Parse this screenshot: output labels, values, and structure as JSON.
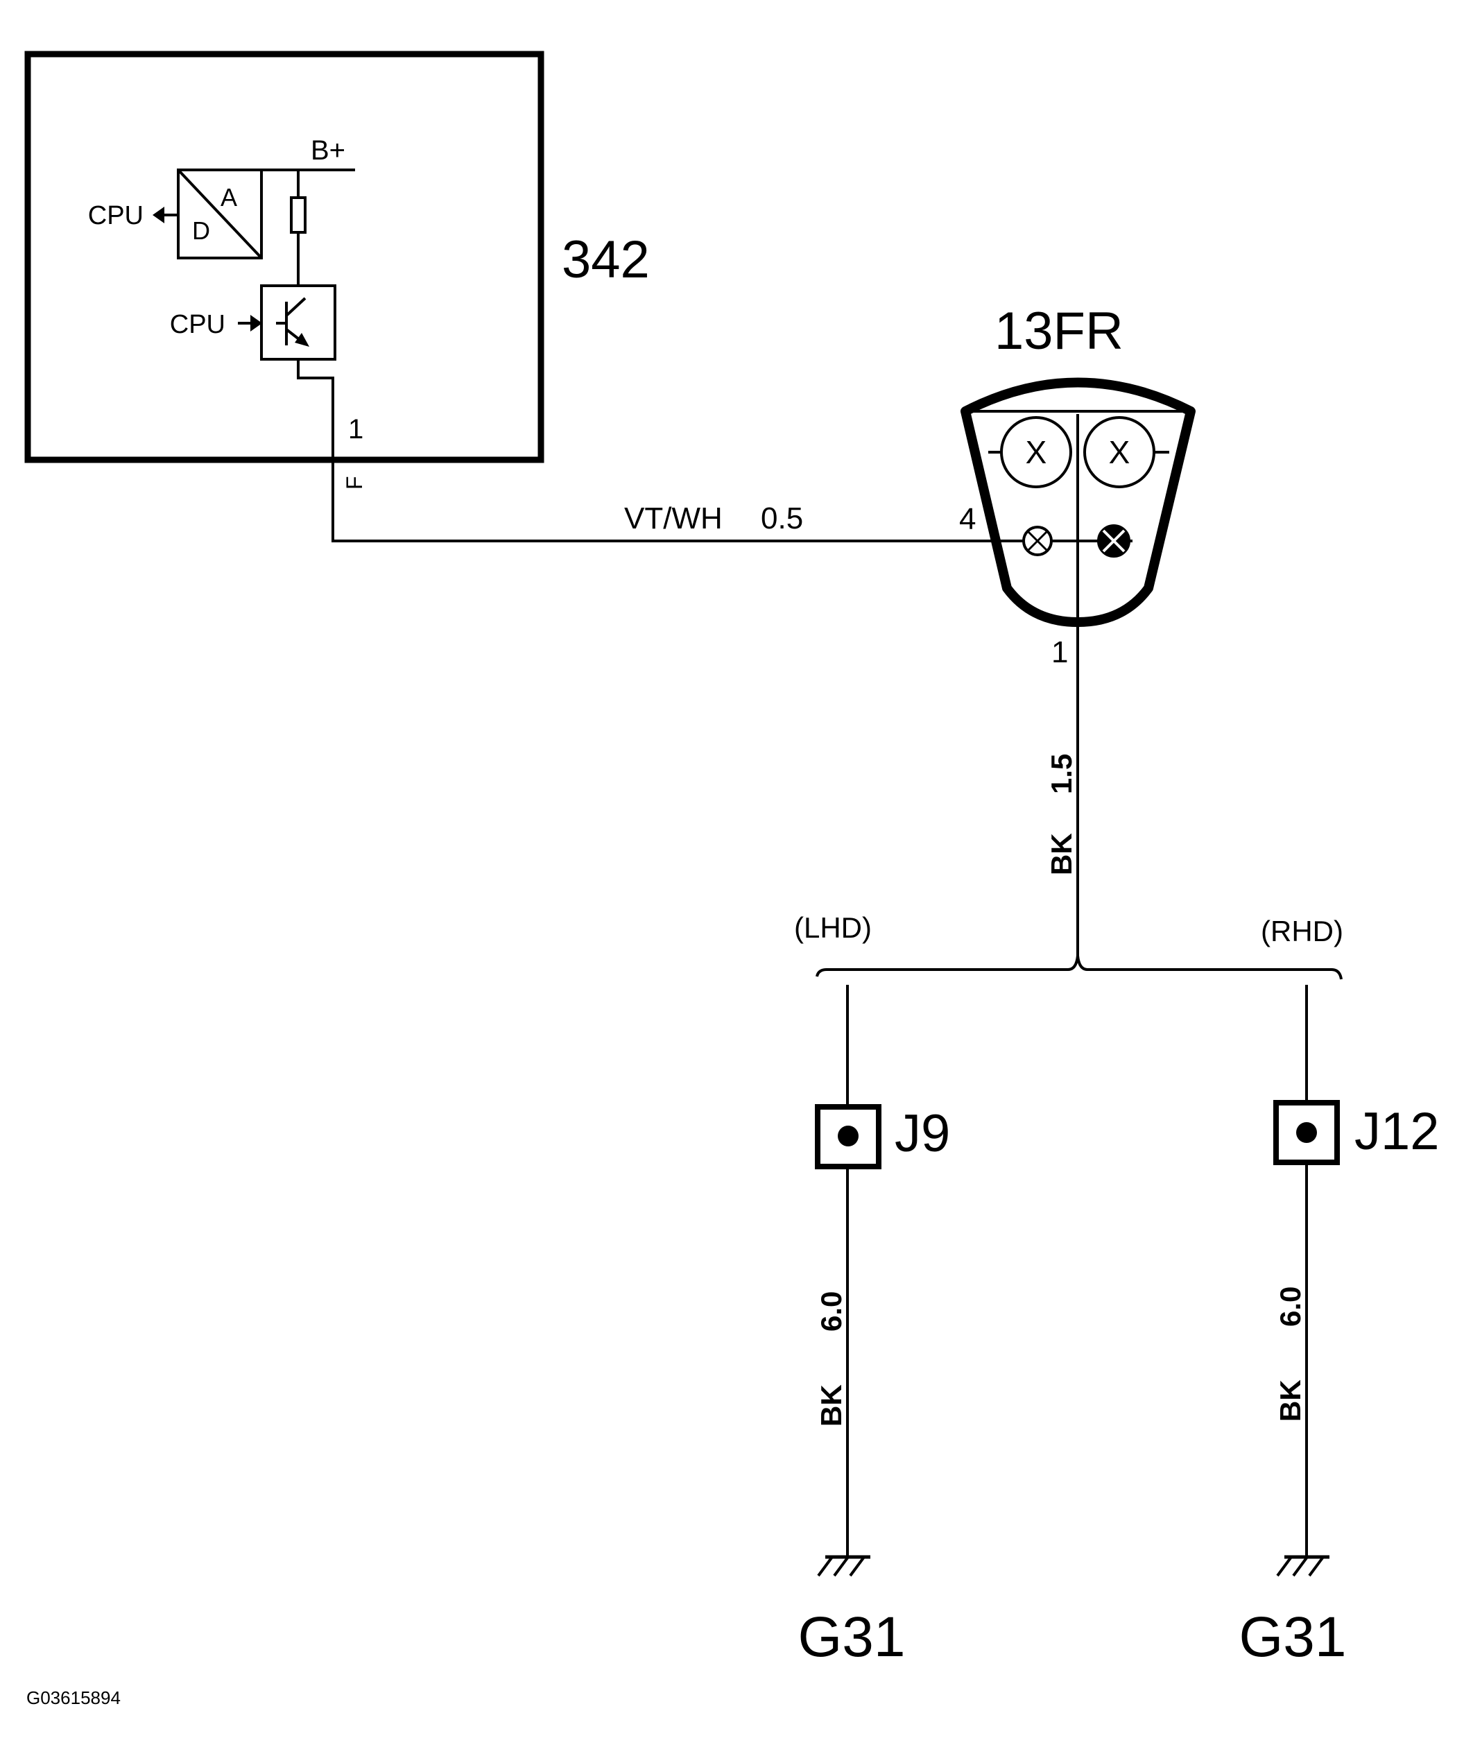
{
  "colors": {
    "line": "#000000",
    "background": "#ffffff"
  },
  "module": {
    "id": "342",
    "cpu_out_label": "CPU",
    "cpu_in_label": "CPU",
    "supply_label": "B+",
    "adc_a_label": "A",
    "adc_d_label": "D",
    "pin_number": "1",
    "pin_letter": "F"
  },
  "connector": {
    "id": "13FR",
    "lamp_upper_symbol": "X",
    "input_pin": "4",
    "ground_pin": "1"
  },
  "wires": {
    "signal_color": "VT/WH",
    "signal_gauge": "0.5",
    "ground_color": "BK",
    "ground_gauge": "1.5",
    "branch_left_color": "BK",
    "branch_left_gauge": "6.0",
    "branch_right_color": "BK",
    "branch_right_gauge": "6.0"
  },
  "variants": {
    "left": "(LHD)",
    "right": "(RHD)"
  },
  "joints": {
    "left": "J9",
    "right": "J12"
  },
  "grounds": {
    "left": "G31",
    "right": "G31"
  },
  "figure_code": "G03615894"
}
